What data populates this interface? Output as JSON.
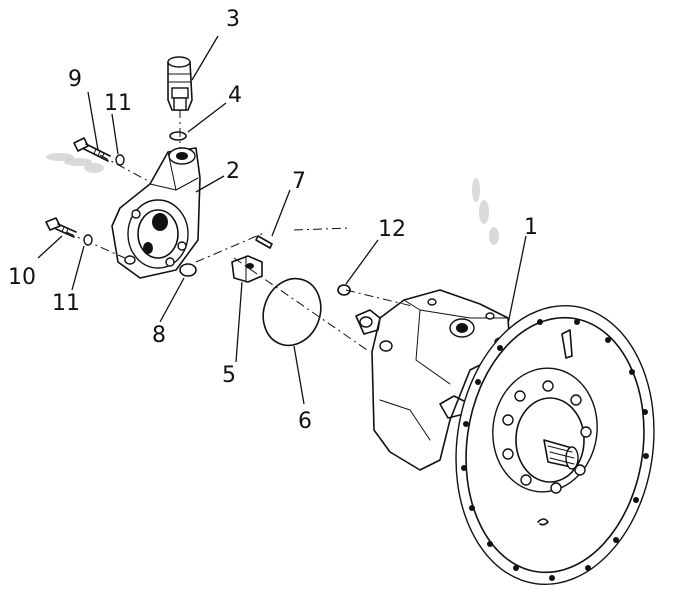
{
  "callouts": {
    "c1": "1",
    "c2": "2",
    "c3": "3",
    "c4": "4",
    "c5": "5",
    "c6": "6",
    "c7": "7",
    "c8": "8",
    "c9": "9",
    "c10": "10",
    "c11a": "11",
    "c11b": "11",
    "c12": "12"
  }
}
